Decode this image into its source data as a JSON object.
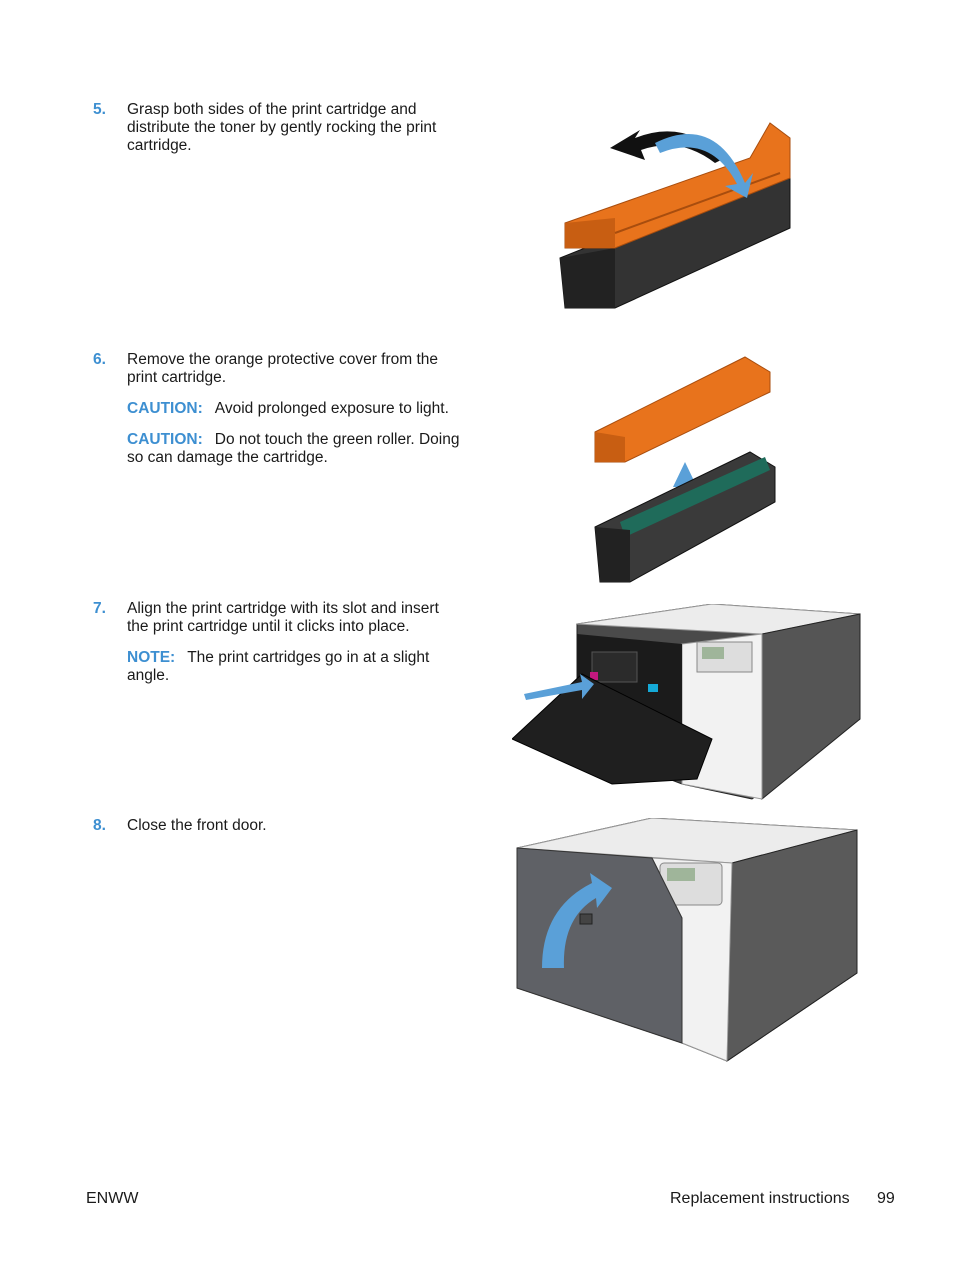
{
  "steps": [
    {
      "num": "5.",
      "text": "Grasp both sides of the print cartridge and distribute the toner by gently rocking the print cartridge."
    },
    {
      "num": "6.",
      "text": "Remove the orange protective cover from the print cartridge.",
      "notes": [
        {
          "tag": "CAUTION:",
          "text": "Avoid prolonged exposure to light."
        },
        {
          "tag": "CAUTION:",
          "text": "Do not touch the green roller. Doing so can damage the cartridge."
        }
      ]
    },
    {
      "num": "7.",
      "text": "Align the print cartridge with its slot and insert the print cartridge until it clicks into place.",
      "notes": [
        {
          "tag": "NOTE:",
          "text": "The print cartridges go in at a slight angle."
        }
      ]
    },
    {
      "num": "8.",
      "text": "Close the front door."
    }
  ],
  "footer": {
    "left": "ENWW",
    "section": "Replacement instructions",
    "page": "99"
  },
  "colors": {
    "accent": "#3d8fd1",
    "orange": "#e8731c",
    "arrow_blue": "#5aa0d8"
  }
}
